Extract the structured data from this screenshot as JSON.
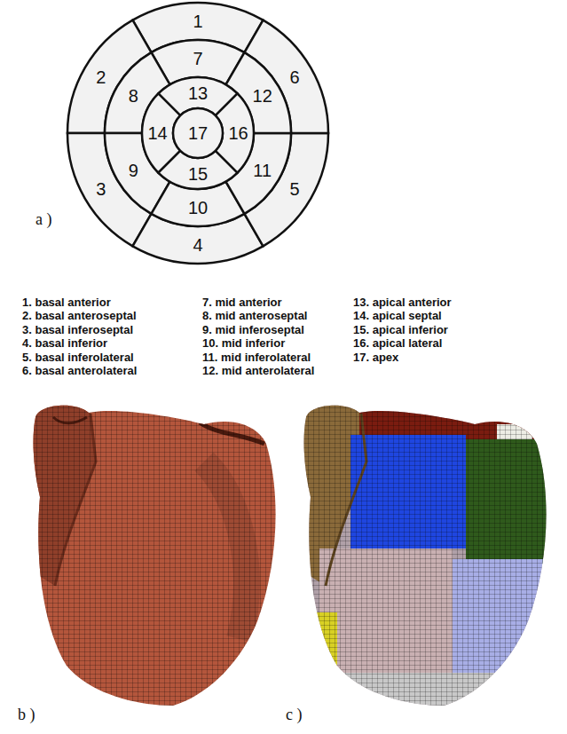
{
  "diagram": {
    "labels": [
      "a )",
      "1",
      "2",
      "3",
      "4",
      "5",
      "6",
      "7",
      "8",
      "9",
      "10",
      "11",
      "12",
      "13",
      "14",
      "15",
      "16",
      "17",
      "1. basal anterior",
      "2. basal anteroseptal",
      "3. basal inferoseptal",
      "4. basal inferior",
      "5. basal inferolateral",
      "6. basal anterolateral",
      "7. mid anterior",
      "8. mid anteroseptal",
      "9. mid inferoseptal",
      "10. mid inferior",
      "11. mid inferolateral",
      "12. mid anterolateral",
      "13. apical anterior",
      "14. apical septal",
      "15. apical inferior",
      "16. apical lateral",
      "17. apex",
      "b )",
      "c )"
    ]
  }
}
